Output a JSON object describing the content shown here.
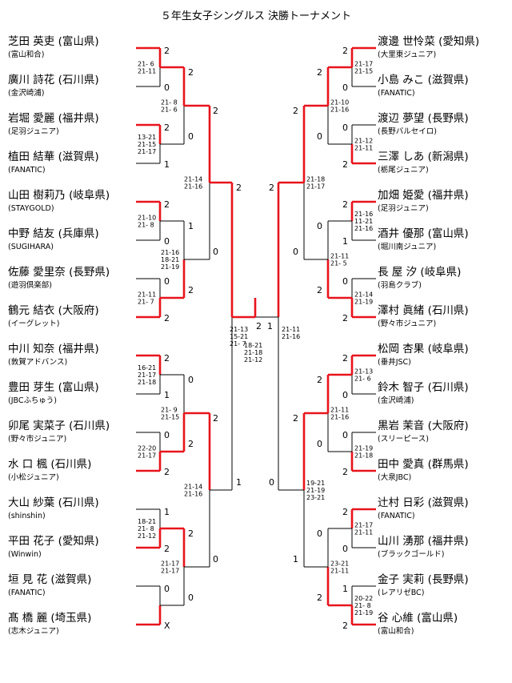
{
  "title": "５年生女子シングルス 決勝トーナメント",
  "left_players": [
    {
      "name": "芝田 英吏 (富山県)",
      "club": "(富山和合)"
    },
    {
      "name": "廣川 詩花 (石川県)",
      "club": "(金沢崎浦)"
    },
    {
      "name": "岩堀 愛麗 (福井県)",
      "club": "(足羽ジュニア)"
    },
    {
      "name": "植田 結華 (滋賀県)",
      "club": "(FANATIC)"
    },
    {
      "name": "山田 樹莉乃 (岐阜県)",
      "club": "(STAYGOLD)"
    },
    {
      "name": "中野 結友 (兵庫県)",
      "club": "(SUGIHARA)"
    },
    {
      "name": "佐藤 愛里奈 (長野県)",
      "club": "(遊羽倶楽部)"
    },
    {
      "name": "鶴元 結衣 (大阪府)",
      "club": "(イーグレット)"
    },
    {
      "name": "中川 知奈 (福井県)",
      "club": "(敦賀アドバンス)"
    },
    {
      "name": "豊田 芽生 (富山県)",
      "club": "(JBCふちゅう)"
    },
    {
      "name": "卯尾 実菜子 (石川県)",
      "club": "(野々市ジュニア)"
    },
    {
      "name": "水 口 楓 (石川県)",
      "club": "(小松ジュニア)"
    },
    {
      "name": "大山 紗葉 (石川県)",
      "club": "(shinshin)"
    },
    {
      "name": "平田 花子 (愛知県)",
      "club": "(Winwin)"
    },
    {
      "name": "垣 見 花 (滋賀県)",
      "club": "(FANATIC)"
    },
    {
      "name": "髙 橋 麗 (埼玉県)",
      "club": "(志木ジュニア)"
    }
  ],
  "right_players": [
    {
      "name": "渡邊 世怜菜 (愛知県)",
      "club": "(大里東ジュニア)"
    },
    {
      "name": "小島 みこ (滋賀県)",
      "club": "(FANATIC)"
    },
    {
      "name": "渡辺 夢望 (長野県)",
      "club": "(長野バルセイロ)"
    },
    {
      "name": "三澤 しあ (新潟県)",
      "club": "(栃尾ジュニア)"
    },
    {
      "name": "加畑 姫愛 (福井県)",
      "club": "(足羽ジュニア)"
    },
    {
      "name": "酒井 優那 (富山県)",
      "club": "(堀川南ジュニア)"
    },
    {
      "name": "長 屋 汐 (岐阜県)",
      "club": "(羽島クラブ)"
    },
    {
      "name": "澤村 眞緒 (石川県)",
      "club": "(野々市ジュニア)"
    },
    {
      "name": "松岡 杏果 (岐阜県)",
      "club": "(垂井JSC)"
    },
    {
      "name": "鈴木 智子 (石川県)",
      "club": "(金沢崎浦)"
    },
    {
      "name": "黒岩 茉音 (大阪府)",
      "club": "(スリーピース)"
    },
    {
      "name": "田中 愛真 (群馬県)",
      "club": "(大泉JBC)"
    },
    {
      "name": "辻村 日彩 (滋賀県)",
      "club": "(FANATIC)"
    },
    {
      "name": "山川 湧那 (福井県)",
      "club": "(ブラックゴールド)"
    },
    {
      "name": "金子 実莉 (長野県)",
      "club": "(レアリゼBC)"
    },
    {
      "name": "谷 心維 (富山県)",
      "club": "(富山和合)"
    }
  ],
  "scores": {
    "l_r1": [
      {
        "games": [
          "21- 6",
          "21-11"
        ],
        "top": "2",
        "bottom": "0"
      },
      {
        "games": [
          "13-21",
          "21-15",
          "21-17"
        ],
        "top": "2",
        "bottom": "1"
      },
      {
        "games": [
          "21-10",
          "21- 8"
        ],
        "top": "2",
        "bottom": "0"
      },
      {
        "games": [
          "21-11",
          "21- 7"
        ],
        "top": "0",
        "bottom": "2"
      },
      {
        "games": [
          "16-21",
          "21-17",
          "21-18"
        ],
        "top": "2",
        "bottom": "1"
      },
      {
        "games": [
          "22-20",
          "21-17"
        ],
        "top": "0",
        "bottom": "2"
      },
      {
        "games": [
          "18-21",
          "21- 8",
          "21-12"
        ],
        "top": "1",
        "bottom": "2"
      },
      {
        "games": [],
        "top": "0",
        "bottom": "X"
      }
    ],
    "l_r2": [
      {
        "games": [
          "21- 8",
          "21- 6"
        ],
        "top": "2",
        "bottom": "0"
      },
      {
        "games": [
          "21-16",
          "18-21",
          "21-19"
        ],
        "top": "1",
        "bottom": "2"
      },
      {
        "games": [
          "21- 9",
          "21-15"
        ],
        "top": "0",
        "bottom": "2"
      },
      {
        "games": [
          "21-17",
          "21-17"
        ],
        "top": "2",
        "bottom": "0"
      }
    ],
    "l_r3": [
      {
        "games": [
          "21-14",
          "21-16"
        ],
        "top": "2",
        "bottom": "0"
      },
      {
        "games": [
          "21-14",
          "21-16"
        ],
        "top": "2",
        "bottom": "0"
      }
    ],
    "l_r4": {
      "games": [
        "21-13",
        "15-21",
        "21- 7"
      ],
      "top": "2",
      "bottom": "1"
    },
    "final": {
      "games": [
        "18-21",
        "21-18",
        "21-12"
      ],
      "left": "2",
      "right": "1"
    },
    "r_r4": {
      "games": [
        "21-11",
        "21-16"
      ],
      "top": "2",
      "bottom": "0"
    },
    "r_r3": [
      {
        "games": [
          "21-18",
          "21-17"
        ],
        "top": "2",
        "bottom": "0"
      },
      {
        "games": [
          "19-21",
          "21-19",
          "23-21"
        ],
        "top": "2",
        "bottom": "1"
      }
    ],
    "r_r2": [
      {
        "games": [
          "21-10",
          "21-16"
        ],
        "top": "2",
        "bottom": "0"
      },
      {
        "games": [
          "21-11",
          "21- 5"
        ],
        "top": "0",
        "bottom": "2"
      },
      {
        "games": [
          "21-11",
          "21-16"
        ],
        "top": "2",
        "bottom": "0"
      },
      {
        "games": [
          "23-21",
          "21-11"
        ],
        "top": "0",
        "bottom": "2"
      }
    ],
    "r_r1": [
      {
        "games": [
          "21-17",
          "21-15"
        ],
        "top": "2",
        "bottom": "0"
      },
      {
        "games": [
          "21-12",
          "21-11"
        ],
        "top": "0",
        "bottom": "2"
      },
      {
        "games": [
          "21-16",
          "11-21",
          "21-16"
        ],
        "top": "2",
        "bottom": "1"
      },
      {
        "games": [
          "21-14",
          "21-19"
        ],
        "top": "0",
        "bottom": "2"
      },
      {
        "games": [
          "21-13",
          "21- 6"
        ],
        "top": "2",
        "bottom": "0"
      },
      {
        "games": [
          "21-19",
          "21-18"
        ],
        "top": "0",
        "bottom": "2"
      },
      {
        "games": [
          "21-17",
          "21-11"
        ],
        "top": "2",
        "bottom": "0"
      },
      {
        "games": [
          "20-22",
          "21- 8",
          "21-19"
        ],
        "top": "1",
        "bottom": "2"
      }
    ]
  },
  "colors": {
    "winner_line": "#e8141c",
    "line": "#000000"
  }
}
